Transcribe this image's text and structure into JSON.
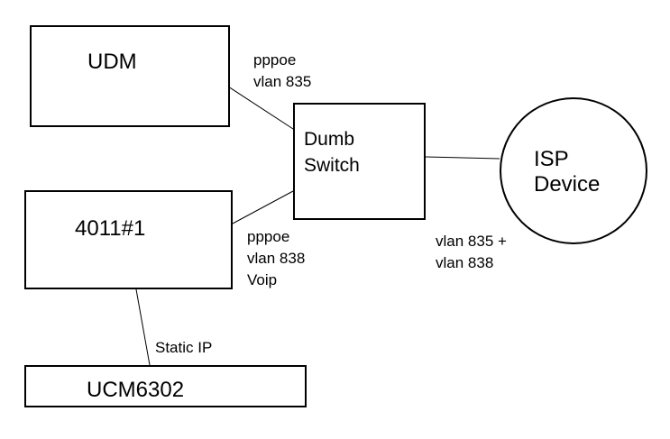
{
  "diagram": {
    "nodes": {
      "udm": "UDM",
      "node4011": "4011#1",
      "ucm": "UCM6302",
      "switch": [
        "Dumb",
        "Switch"
      ],
      "isp": [
        "ISP",
        "Device"
      ]
    },
    "edges": {
      "udm_switch": [
        "pppoe",
        "vlan 835"
      ],
      "node4011_switch": [
        "pppoe",
        "vlan 838",
        "Voip"
      ],
      "switch_isp": [
        "vlan 835 +",
        "vlan 838"
      ],
      "node4011_ucm": "Static IP"
    }
  }
}
